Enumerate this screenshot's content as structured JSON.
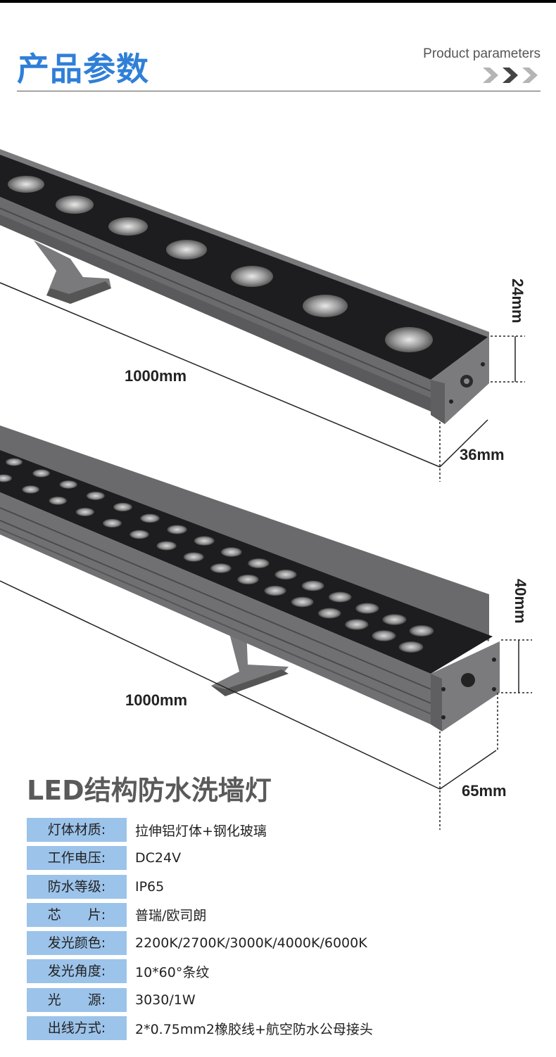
{
  "header": {
    "title_cn": "产品参数",
    "title_en": "Product parameters",
    "chevron_icon": "triple-chevron-right-icon"
  },
  "product_1": {
    "length": "1000mm",
    "height": "24mm",
    "width": "36mm"
  },
  "product_2": {
    "length": "1000mm",
    "height": "40mm",
    "width": "65mm"
  },
  "product_name": "LED结构防水洗墙灯",
  "specs": [
    {
      "label": "灯体材质:",
      "value": "拉伸铝灯体+钢化玻璃"
    },
    {
      "label": "工作电压:",
      "value": "DC24V"
    },
    {
      "label": "防水等级:",
      "value": "IP65"
    },
    {
      "label": "芯　　片:",
      "value": "普瑞/欧司朗"
    },
    {
      "label": "发光颜色:",
      "value": "2200K/2700K/3000K/4000K/6000K"
    },
    {
      "label": "发光角度:",
      "value": "10*60°条纹"
    },
    {
      "label": "光　　源:",
      "value": "3030/1W"
    },
    {
      "label": "出线方式:",
      "value": "2*0.75mm2橡胶线+航空防水公母接头"
    }
  ],
  "colors": {
    "title_blue": "#2f7fd8",
    "label_bg": "#9cc3ea",
    "fixture_gray": "#6e6e70",
    "fixture_dark": "#2a2a2c"
  }
}
